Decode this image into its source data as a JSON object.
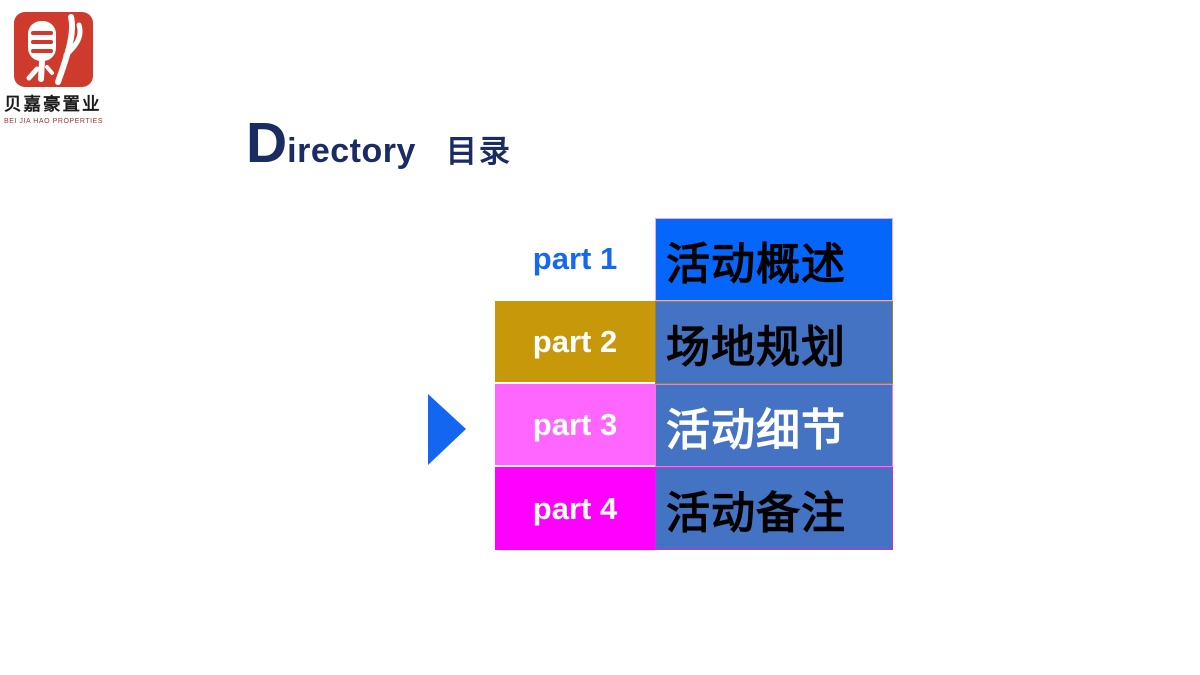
{
  "logo": {
    "seal_glyph": "stylized-cai-seal-stamp",
    "seal_color": "#ce3a2b",
    "company_cn": "贝嘉豪置业",
    "company_en": "BEI JIA HAO PROPERTIES",
    "company_en_color": "#a23a2e"
  },
  "title": {
    "initial": "D",
    "rest": "irectory",
    "cn": "目录",
    "color": "#1b2b63"
  },
  "toc": {
    "active_part": "part 3",
    "active_index": 2,
    "arrow_color": "#1266ef",
    "rows": [
      {
        "part": "part 1",
        "label": "活动概述",
        "left_bg": "#ffffff",
        "part_color": "#1668f0",
        "right_bg": "#0566fb",
        "label_color": "#000000",
        "border_color": "#f2a6e4"
      },
      {
        "part": "part 2",
        "label": "场地规划",
        "left_bg": "#c7990a",
        "part_color": "#ffffff",
        "right_bg": "#4573c4",
        "label_color": "#000000",
        "border_color": "#9c8429"
      },
      {
        "part": "part 3",
        "label": "活动细节",
        "left_bg": "#ff66ff",
        "part_color": "#ffffff",
        "right_bg": "#4573c4",
        "label_color": "#ffffff",
        "border_color": "#ee7bd8"
      },
      {
        "part": "part 4",
        "label": "活动备注",
        "left_bg": "#ff00ff",
        "part_color": "#ffffff",
        "right_bg": "#4573c4",
        "label_color": "#000000",
        "border_color": "#cc2be0"
      }
    ]
  }
}
